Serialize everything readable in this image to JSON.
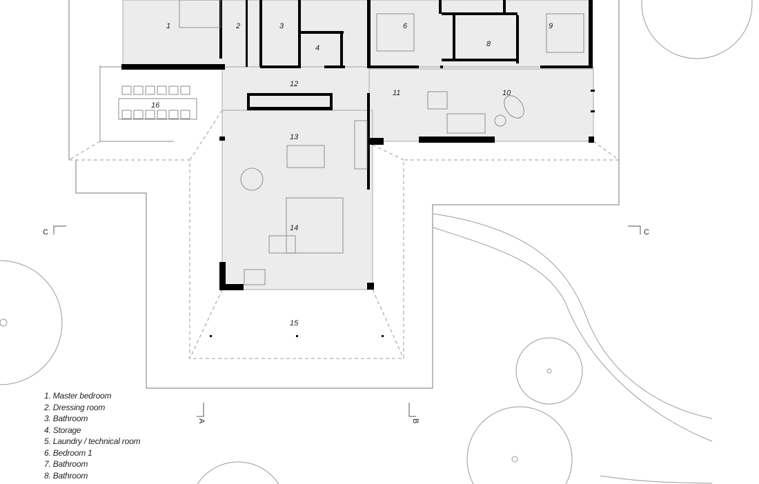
{
  "rooms": {
    "r1": "1",
    "r2": "2",
    "r3": "3",
    "r4": "4",
    "r6": "6",
    "r8": "8",
    "r9": "9",
    "r10": "10",
    "r11": "11",
    "r12": "12",
    "r13": "13",
    "r14": "14",
    "r15": "15",
    "r16": "16"
  },
  "section_markers": {
    "c_left": "C",
    "c_right": "C",
    "a": "A",
    "b": "B"
  },
  "legend": [
    "1. Master bedroom",
    "2. Dressing room",
    "3. Bathroom",
    "4. Storage",
    "5. Laundry / technical room",
    "6. Bedroom 1",
    "7. Bathroom",
    "8. Bathroom"
  ],
  "colors": {
    "interior_fill": "#ececec",
    "wall": "#000000",
    "line": "#888888"
  }
}
